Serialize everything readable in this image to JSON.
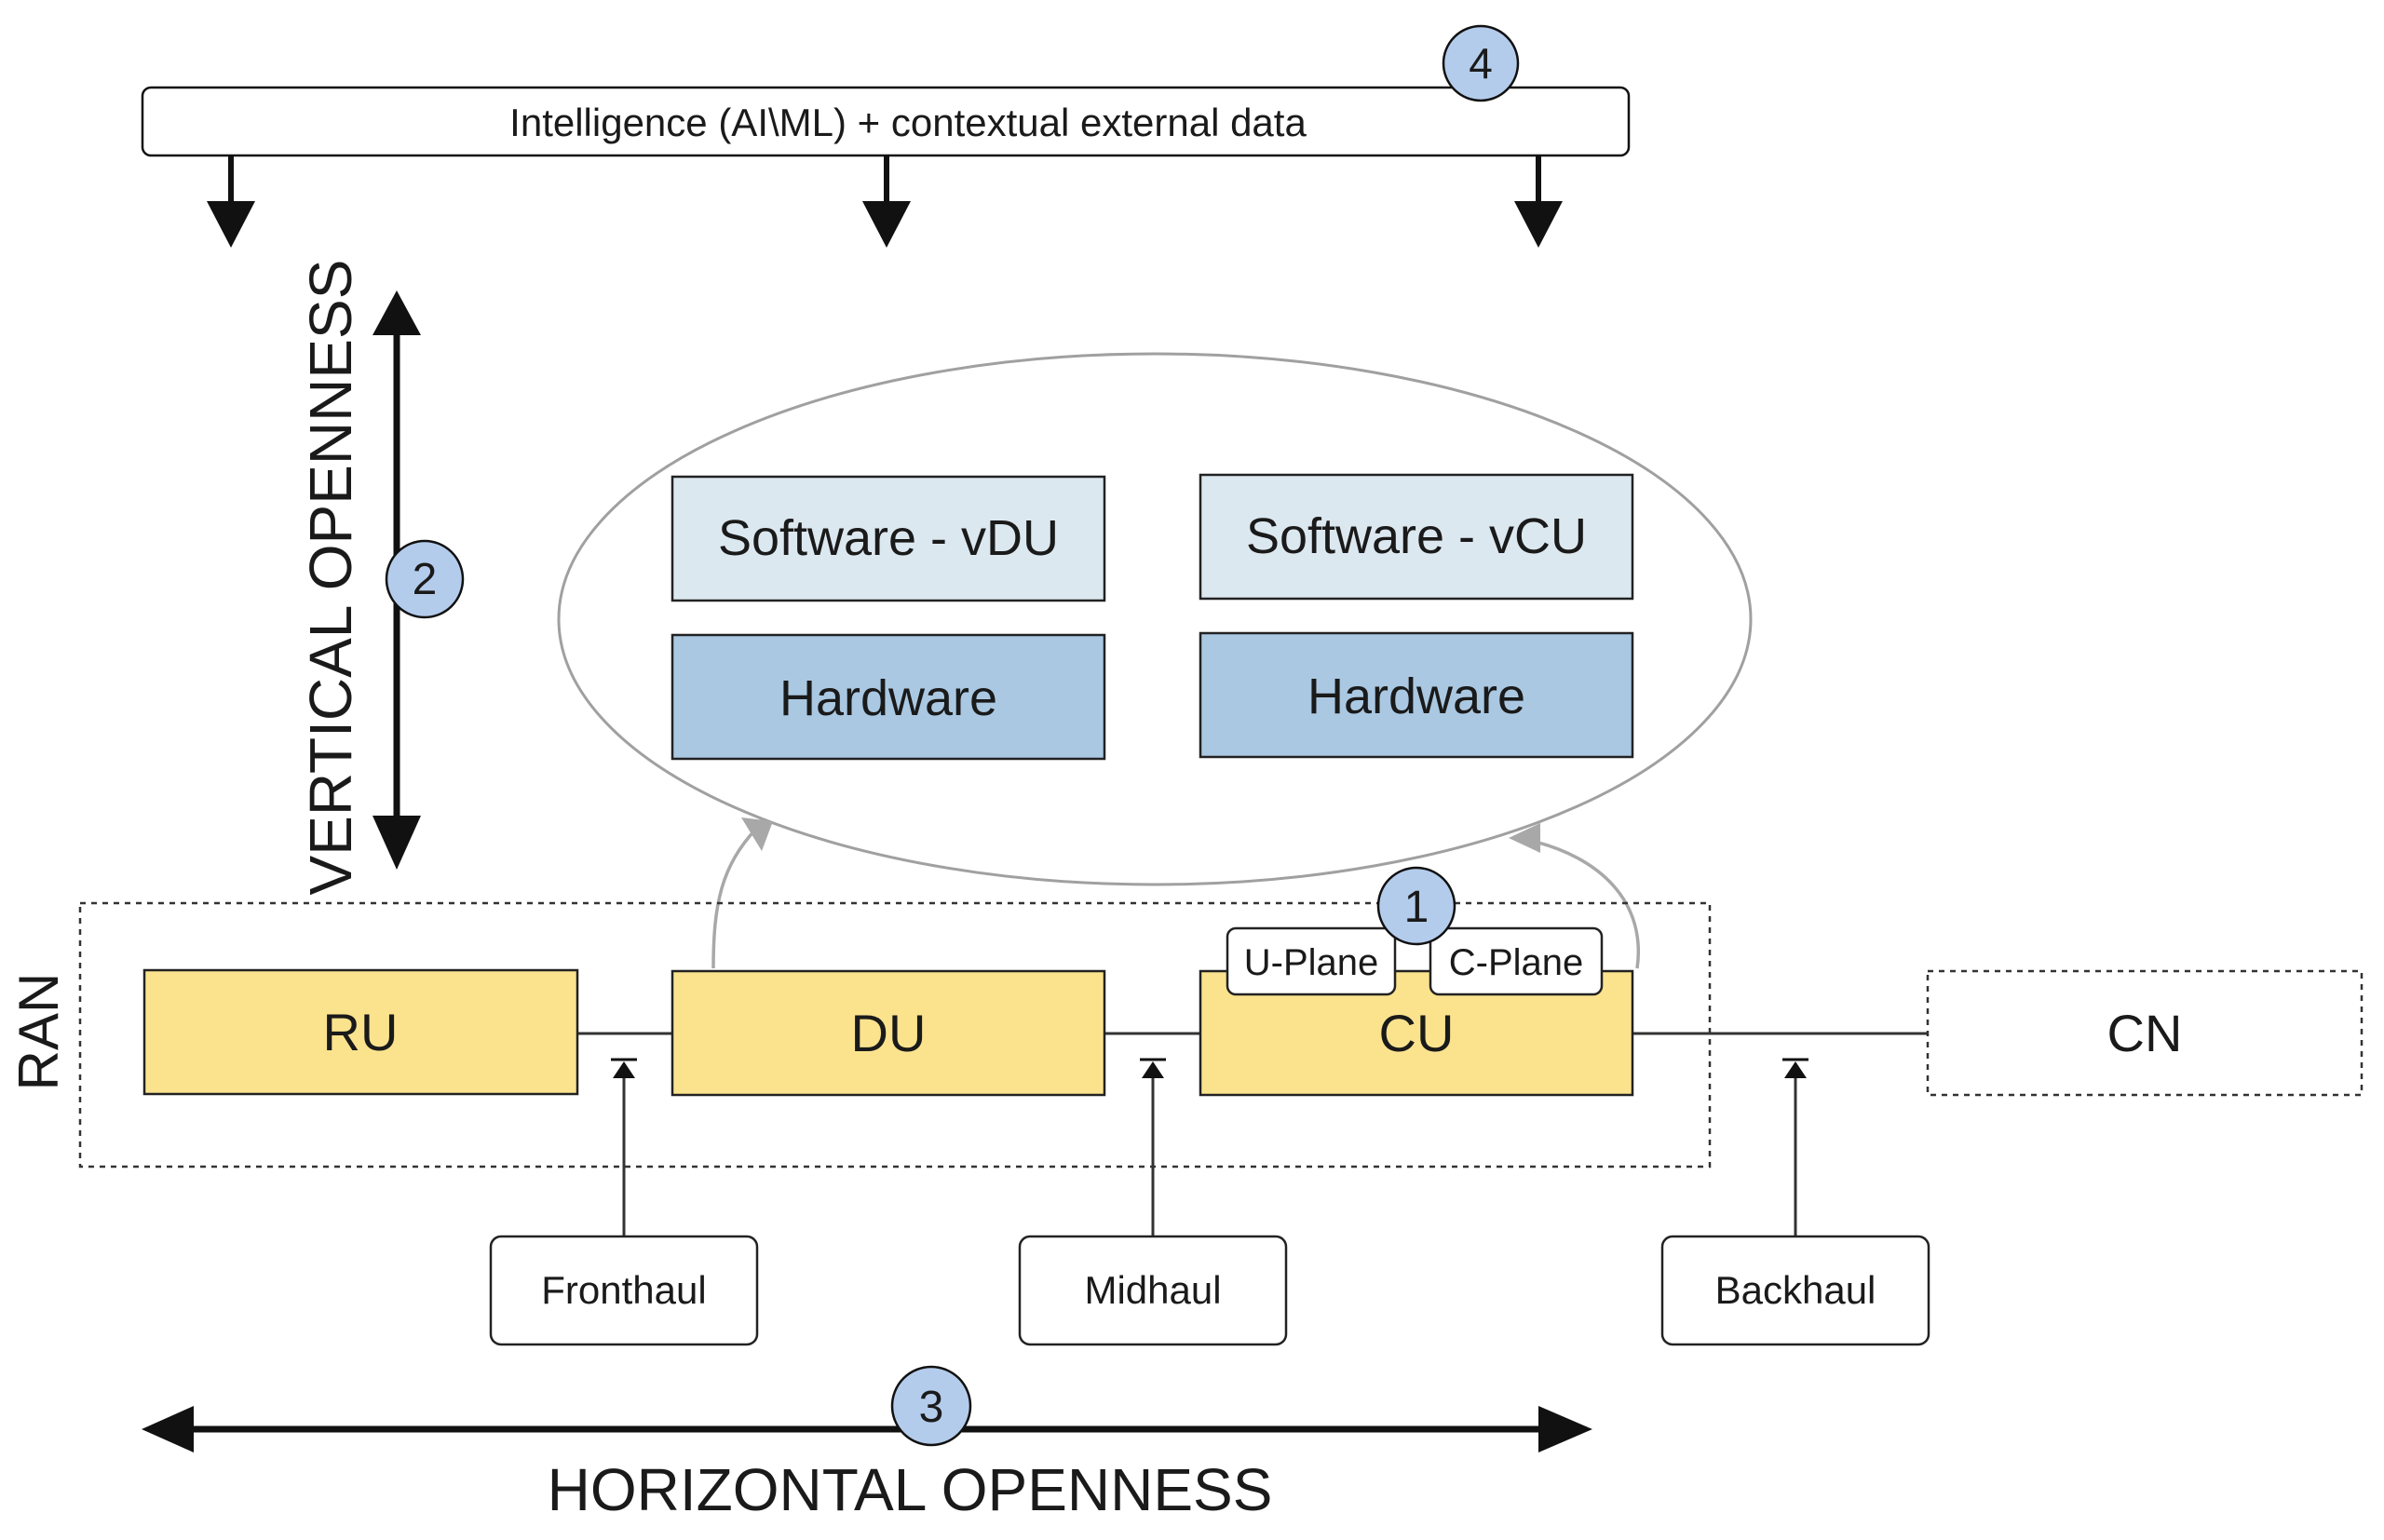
{
  "intelligence_bar": {
    "label": "Intelligence (AI\\ML) + contextual external data"
  },
  "markers": {
    "m1": "1",
    "m2": "2",
    "m3": "3",
    "m4": "4"
  },
  "axes": {
    "vertical_label": "VERTICAL OPENNESS",
    "horizontal_label": "HORIZONTAL OPENNESS"
  },
  "virtualization": {
    "vdu_software": "Software - vDU",
    "vcu_software": "Software - vCU",
    "vdu_hardware": "Hardware",
    "vcu_hardware": "Hardware"
  },
  "ran": {
    "label": "RAN",
    "ru": "RU",
    "du": "DU",
    "cu": "CU",
    "u_plane": "U-Plane",
    "c_plane": "C-Plane"
  },
  "cn": {
    "label": "CN"
  },
  "transport": {
    "fronthaul": "Fronthaul",
    "midhaul": "Midhaul",
    "backhaul": "Backhaul"
  },
  "colors": {
    "node_fill": "#fbe38e",
    "software_fill": "#dce8f0",
    "hardware_fill": "#aac8e2",
    "marker_fill": "#b4ccec",
    "line": "#111111",
    "grey_arrow": "#a8a8a8",
    "ellipse_stroke": "#a0a0a0"
  }
}
